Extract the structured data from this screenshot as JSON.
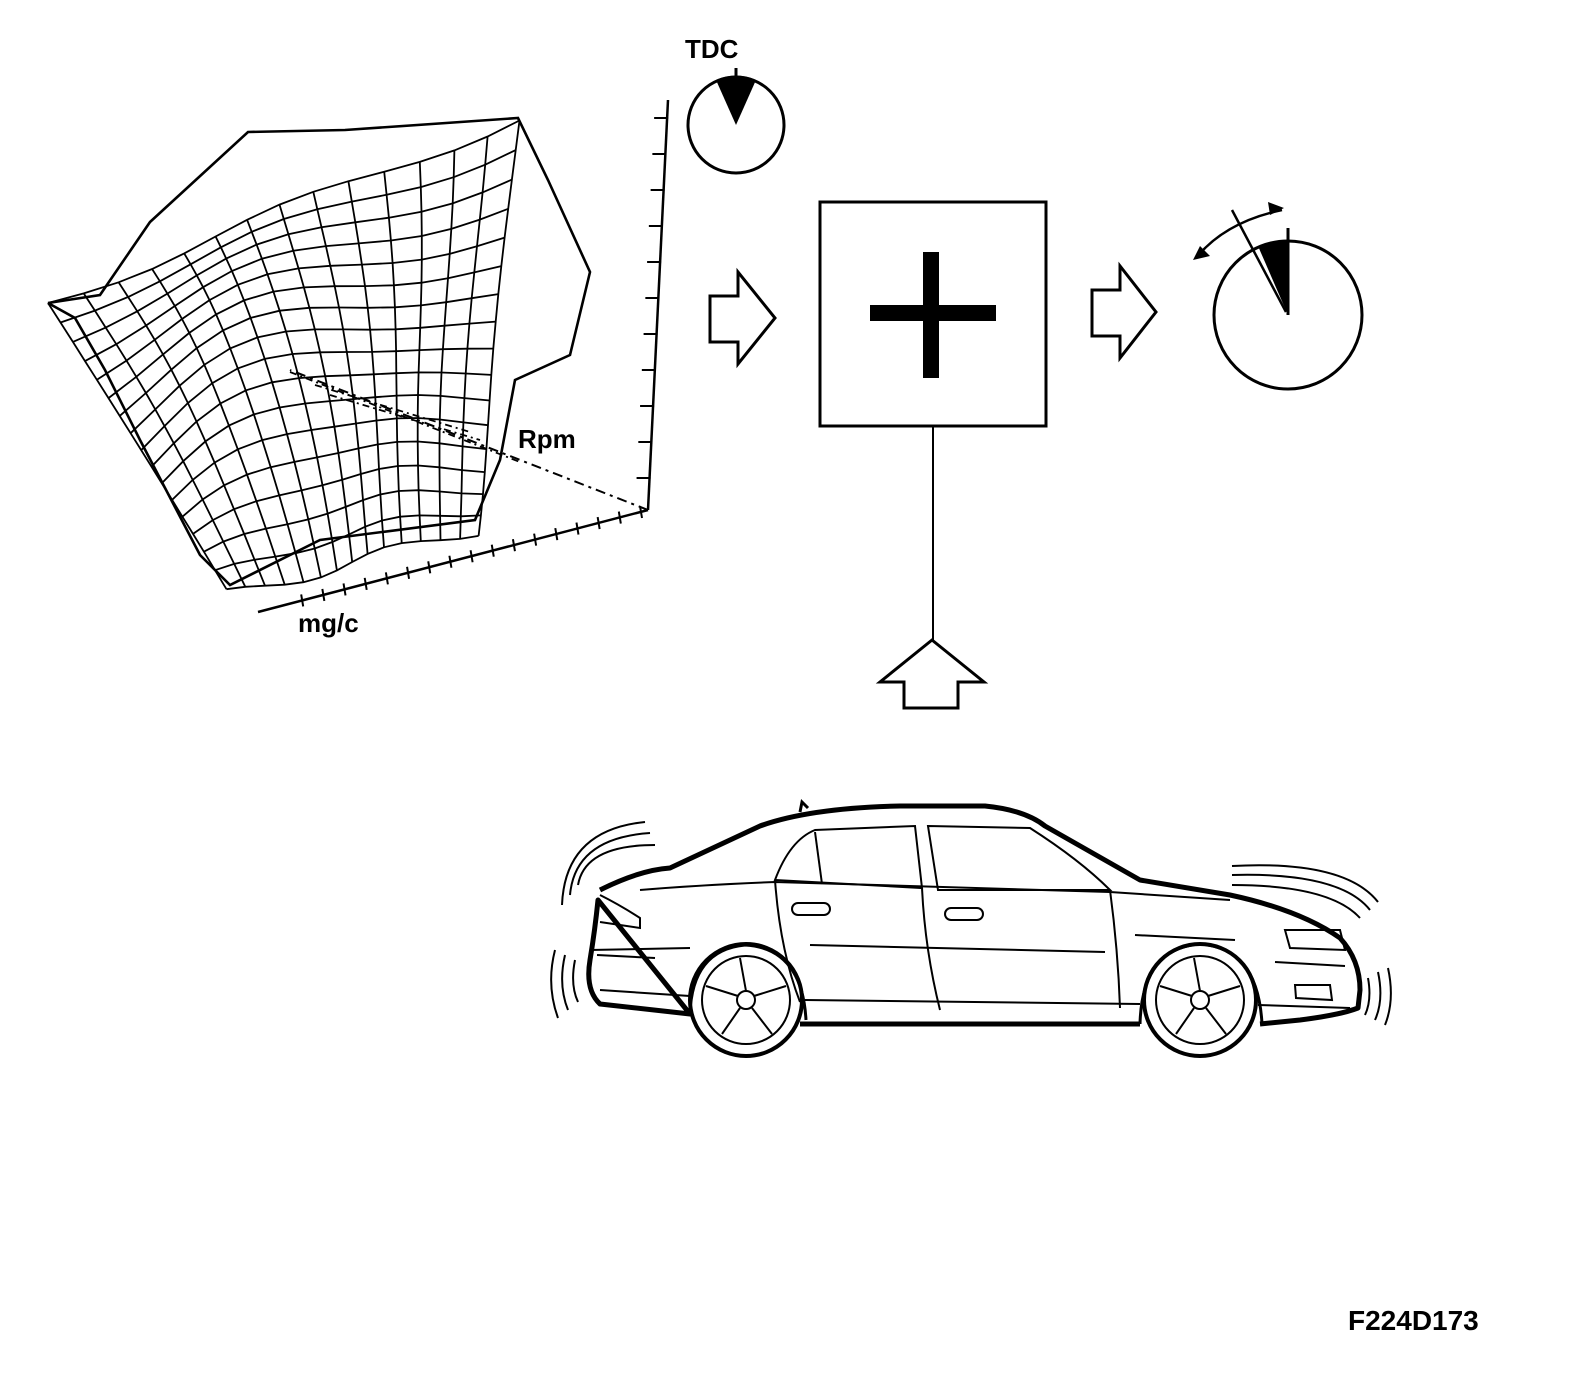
{
  "labels": {
    "tdc": "TDC",
    "rpm_axis": "Rpm",
    "load_axis": "mg/c",
    "figure_code": "F224D173"
  },
  "colors": {
    "ink": "#000000",
    "paper": "#ffffff"
  },
  "icons": {
    "tdc_dial": "clock-dial-icon",
    "combine": "plus-icon",
    "flow_arrow": "hollow-arrow-icon",
    "result_dial": "adjusted-angle-dial-icon",
    "vehicle": "sedan-car-icon"
  }
}
